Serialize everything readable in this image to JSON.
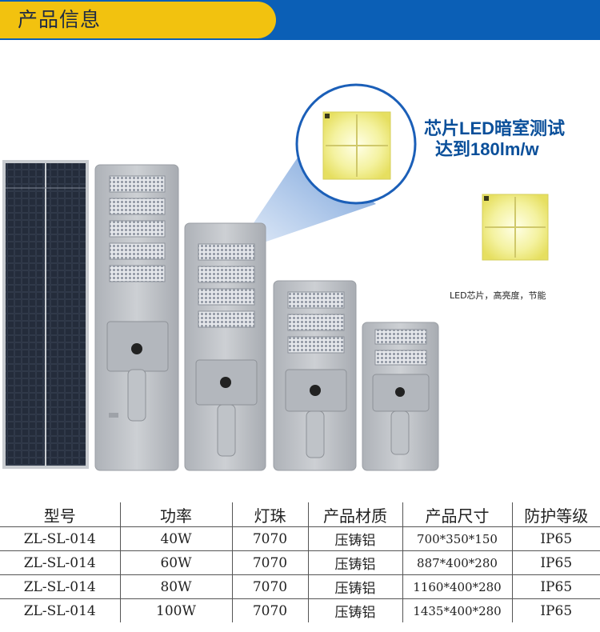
{
  "header": {
    "title": "产品信息"
  },
  "callout": {
    "line1": "芯片LED暗室测试",
    "line2": "达到180lm/w"
  },
  "chip_caption": "LED芯片，高亮度，节能",
  "colors": {
    "header_blue": "#0b5fb6",
    "header_yellow": "#f2c20f",
    "callout_text": "#0a4f9a",
    "lamp_gray": "#bfc3c8"
  },
  "table": {
    "headers": [
      "型号",
      "功率",
      "灯珠",
      "产品材质",
      "产品尺寸",
      "防护等级"
    ],
    "rows": [
      [
        "ZL-SL-014",
        "40W",
        "7070",
        "压铸铝",
        "700*350*150",
        "IP65"
      ],
      [
        "ZL-SL-014",
        "60W",
        "7070",
        "压铸铝",
        "887*400*280",
        "IP65"
      ],
      [
        "ZL-SL-014",
        "80W",
        "7070",
        "压铸铝",
        "1160*400*280",
        "IP65"
      ],
      [
        "ZL-SL-014",
        "100W",
        "7070",
        "压铸铝",
        "1435*400*280",
        "IP65"
      ]
    ]
  }
}
